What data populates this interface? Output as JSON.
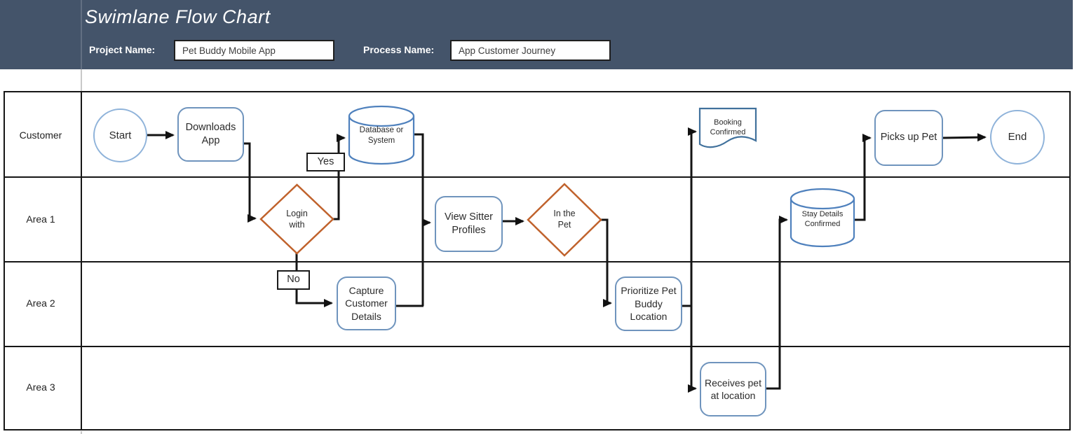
{
  "header": {
    "title": "Swimlane Flow Chart",
    "project_label": "Project Name:",
    "project_value": "Pet Buddy Mobile App",
    "process_label": "Process Name:",
    "process_value": "App Customer Journey"
  },
  "lanes": [
    {
      "label": "Customer"
    },
    {
      "label": "Area 1"
    },
    {
      "label": "Area 2"
    },
    {
      "label": "Area 3"
    }
  ],
  "nodes": {
    "start": {
      "label": "Start",
      "lane": "Customer",
      "type": "terminator"
    },
    "downloads_app": {
      "label": "Downloads App",
      "lane": "Customer",
      "type": "process"
    },
    "database": {
      "label": "Database or System",
      "lane": "Customer",
      "type": "database"
    },
    "booking_confirmed": {
      "label": "Booking Confirmed",
      "lane": "Customer",
      "type": "document"
    },
    "picks_up": {
      "label": "Picks up Pet",
      "lane": "Customer",
      "type": "process"
    },
    "end": {
      "label": "End",
      "lane": "Customer",
      "type": "terminator"
    },
    "login_decision": {
      "label": "Login with",
      "lane": "Area 1",
      "type": "decision"
    },
    "view_sitter": {
      "label": "View Sitter Profiles",
      "lane": "Area 1",
      "type": "process"
    },
    "pet_decision": {
      "label": "In the Pet",
      "lane": "Area 1",
      "type": "decision"
    },
    "stay_details": {
      "label": "Stay Details Confirmed",
      "lane": "Area 1",
      "type": "database"
    },
    "capture_details": {
      "label": "Capture Customer Details",
      "lane": "Area 2",
      "type": "process"
    },
    "prioritize": {
      "label": "Prioritize Pet Buddy Location",
      "lane": "Area 2",
      "type": "process"
    },
    "receives_pet": {
      "label": "Receives pet at location",
      "lane": "Area 3",
      "type": "process"
    }
  },
  "branch_labels": {
    "yes": "Yes",
    "no": "No"
  },
  "edges": [
    {
      "from": "Start",
      "to": "Downloads App"
    },
    {
      "from": "Downloads App",
      "to": "Login with"
    },
    {
      "from": "Login with",
      "to": "Database or System",
      "label": "Yes"
    },
    {
      "from": "Login with",
      "to": "Capture Customer Details",
      "label": "No"
    },
    {
      "from": "Capture Customer Details",
      "to": "Database or System"
    },
    {
      "from": "Database or System",
      "to": "View Sitter Profiles"
    },
    {
      "from": "View Sitter Profiles",
      "to": "In the Pet"
    },
    {
      "from": "In the Pet",
      "to": "Prioritize Pet Buddy Location"
    },
    {
      "from": "Prioritize Pet Buddy Location",
      "to": "Booking Confirmed"
    },
    {
      "from": "Prioritize Pet Buddy Location",
      "to": "Receives pet at location"
    },
    {
      "from": "Receives pet at location",
      "to": "Stay Details Confirmed"
    },
    {
      "from": "Stay Details Confirmed",
      "to": "Picks up Pet"
    },
    {
      "from": "Picks up Pet",
      "to": "End"
    }
  ],
  "colors": {
    "header_bg": "#44546a",
    "connector": "#141414",
    "process_border": "#6f94bd",
    "terminator_border": "#8fb3da",
    "database_border": "#4f81bd",
    "document_border": "#41719c",
    "decision_border": "#c0622c"
  }
}
